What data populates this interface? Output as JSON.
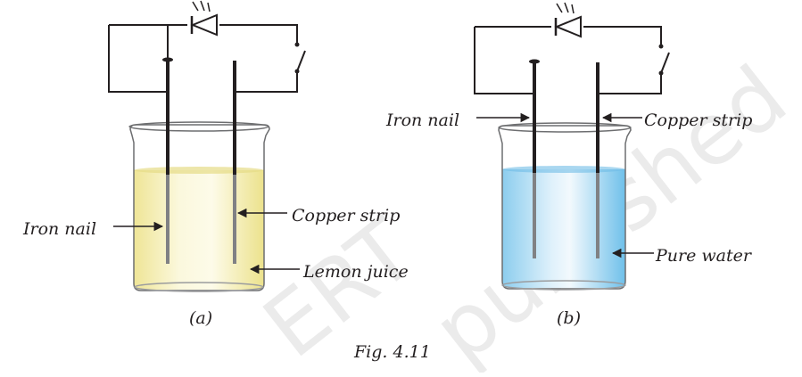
{
  "watermark": {
    "line1": "ERT",
    "line2": "published"
  },
  "setup_a": {
    "label_left_electrode": "Iron nail",
    "label_right_electrode": "Copper strip",
    "label_liquid": "Lemon juice",
    "caption": "(a)",
    "liquid_color": "#f0e79a"
  },
  "setup_b": {
    "label_left_electrode": "Iron nail",
    "label_right_electrode": "Copper strip",
    "label_liquid": "Pure water",
    "caption": "(b)",
    "liquid_color": "#7ec8ec"
  },
  "figure_caption": "Fig. 4.11",
  "icons": [
    "led-icon",
    "switch-icon"
  ]
}
